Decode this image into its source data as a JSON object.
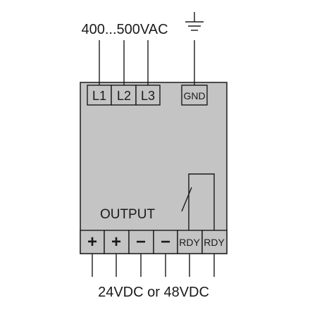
{
  "input_label": "400...500VAC",
  "output_label": "OUTPUT",
  "dc_label": "24VDC or 48VDC",
  "input_terminals": [
    "L1",
    "L2",
    "L3"
  ],
  "ground_terminal": "GND",
  "output_terminals": [
    "+",
    "+",
    "−",
    "−",
    "RDY",
    "RDY"
  ],
  "colors": {
    "body": "#c4c4c4",
    "terminal": "#c4c4c4",
    "stroke": "#1a1a1a",
    "text": "#1a1a1a"
  },
  "icons": [
    "ground-symbol-icon",
    "relay-contact-icon"
  ]
}
